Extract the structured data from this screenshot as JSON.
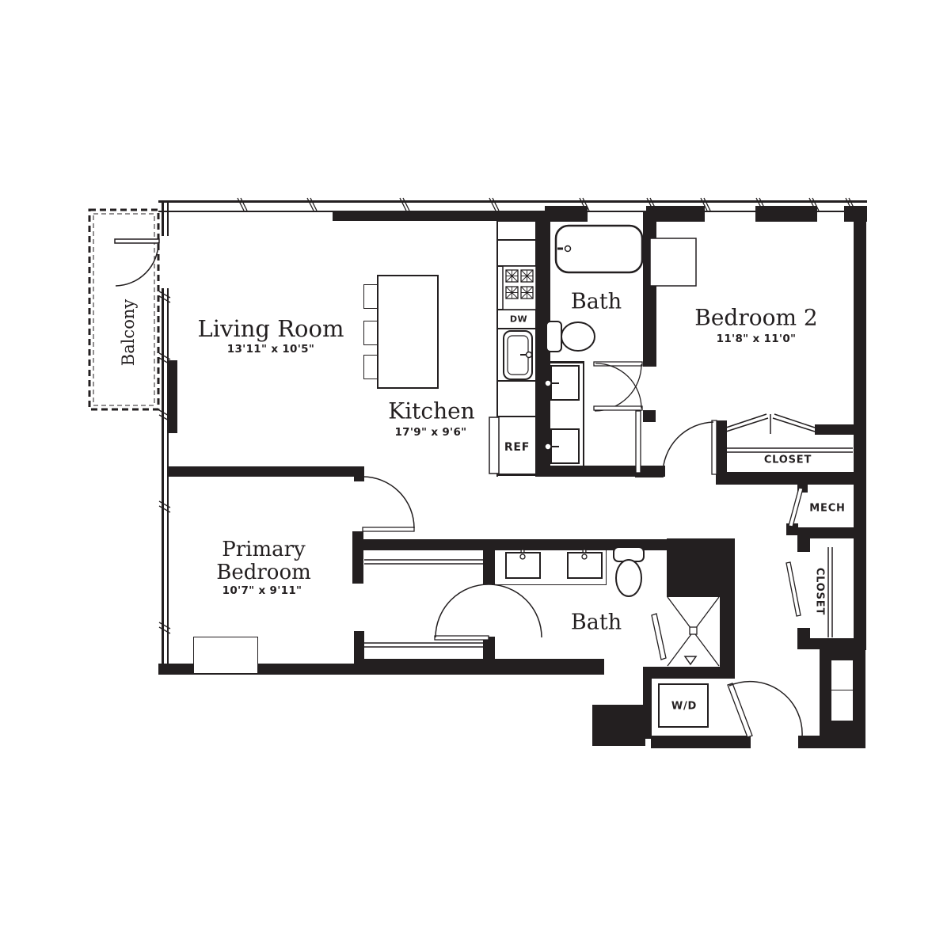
{
  "colors": {
    "ink": "#231f20",
    "background": "#ffffff"
  },
  "rooms": {
    "balcony": {
      "name": "Balcony"
    },
    "living_room": {
      "name": "Living Room",
      "dims": "13'11\" x 10'5\""
    },
    "kitchen": {
      "name": "Kitchen",
      "dims": "17'9\" x 9'6\""
    },
    "bath1": {
      "name": "Bath"
    },
    "bedroom2": {
      "name": "Bedroom 2",
      "dims": "11'8\" x 11'0\""
    },
    "primary_bedroom": {
      "name_line1": "Primary",
      "name_line2": "Bedroom",
      "dims": "10'7\" x 9'11\""
    },
    "bath2": {
      "name": "Bath"
    },
    "bedroom2_closet": {
      "name": "CLOSET"
    },
    "mech": {
      "name": "MECH"
    },
    "entry_closet": {
      "name": "CLOSET"
    }
  },
  "appliances": {
    "dishwasher": "DW",
    "refrigerator": "REF",
    "washer_dryer": "W/D"
  }
}
